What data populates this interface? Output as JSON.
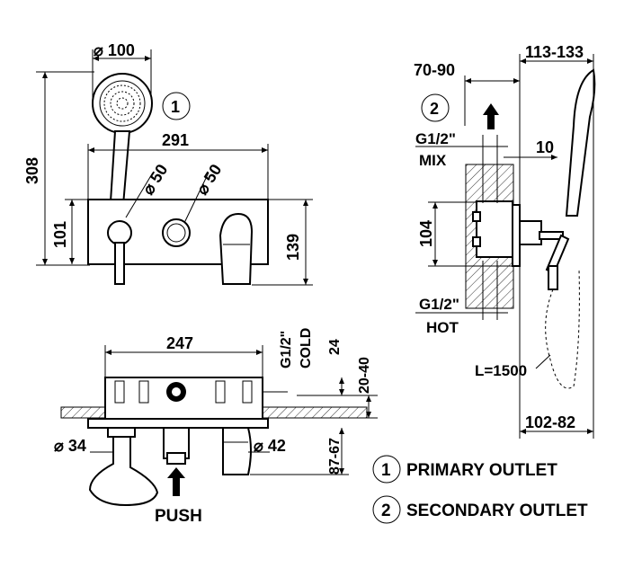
{
  "front_view": {
    "dia_handshower": "⌀ 100",
    "height_total": "308",
    "width_plate": "291",
    "height_plate": "101",
    "dia_knob_a": "⌀ 50",
    "dia_knob_b": "⌀ 50",
    "height_spout": "139",
    "marker": "1"
  },
  "top_view": {
    "width_body": "247",
    "inlet_label": "G1/2\"",
    "inlet_sub": "COLD",
    "dim_24": "24",
    "dim_20_40": "20-40",
    "dim_87_67": "87-67",
    "dia_left": "⌀ 34",
    "dia_right": "⌀ 42",
    "push_label": "PUSH"
  },
  "side_view": {
    "marker": "2",
    "dim_top_right": "113-133",
    "dim_70_90": "70-90",
    "mix_label": "G1/2\"",
    "mix_sub": "MIX",
    "dim_10": "10",
    "dim_104": "104",
    "hot_label": "G1/2\"",
    "hot_sub": "HOT",
    "hose_length": "L=1500",
    "dim_bottom": "102-82"
  },
  "legend": {
    "item1_num": "1",
    "item1_text": "PRIMARY OUTLET",
    "item2_num": "2",
    "item2_text": "SECONDARY OUTLET"
  }
}
